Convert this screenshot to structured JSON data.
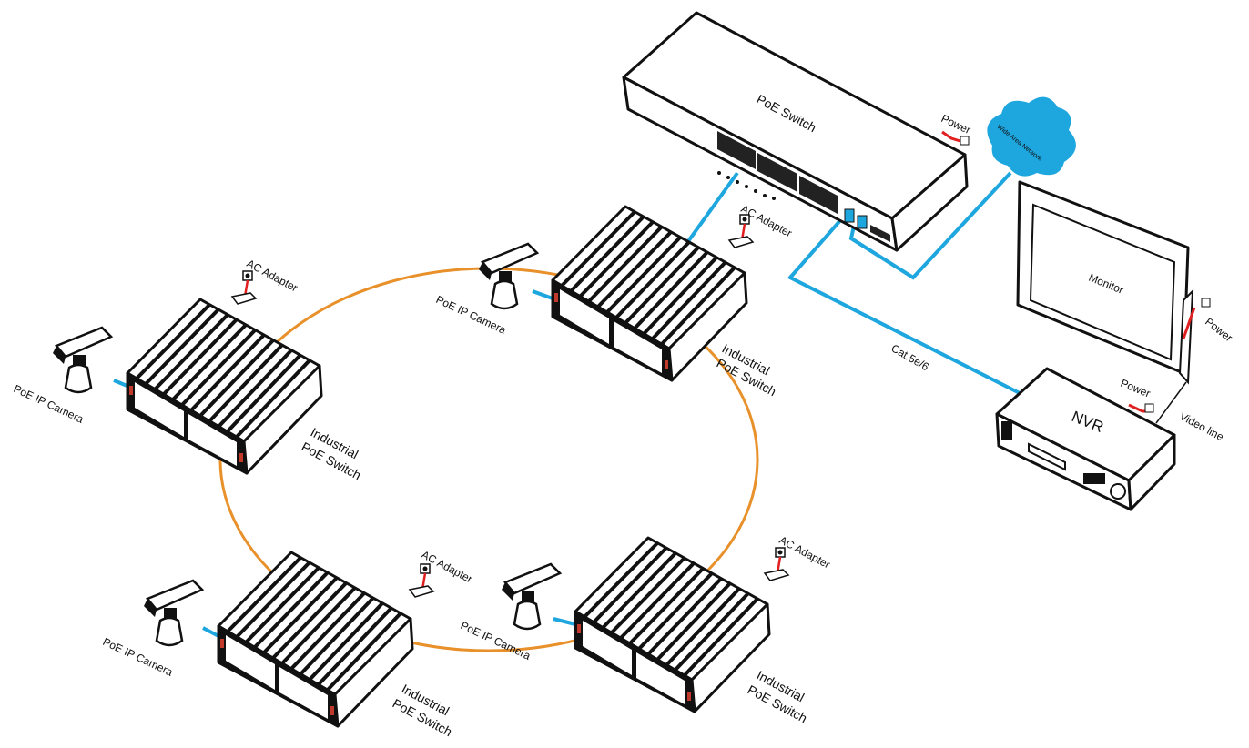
{
  "labels": {
    "poe_switch": "PoE Switch",
    "power": "Power",
    "wan": "Wide Area Network",
    "monitor": "Monitor",
    "nvr": "NVR",
    "video_line": "Video line",
    "cat": "Cat.5e/6",
    "ac_adapter": "AC Adapter",
    "camera": "PoE IP Camera",
    "industrial_1": "Industrial",
    "industrial_2": "PoE Switch"
  },
  "colors": {
    "ring": "#e8902a",
    "cable": "#1ea6de",
    "power": "#e02020",
    "cloud": "#1ea6de"
  }
}
